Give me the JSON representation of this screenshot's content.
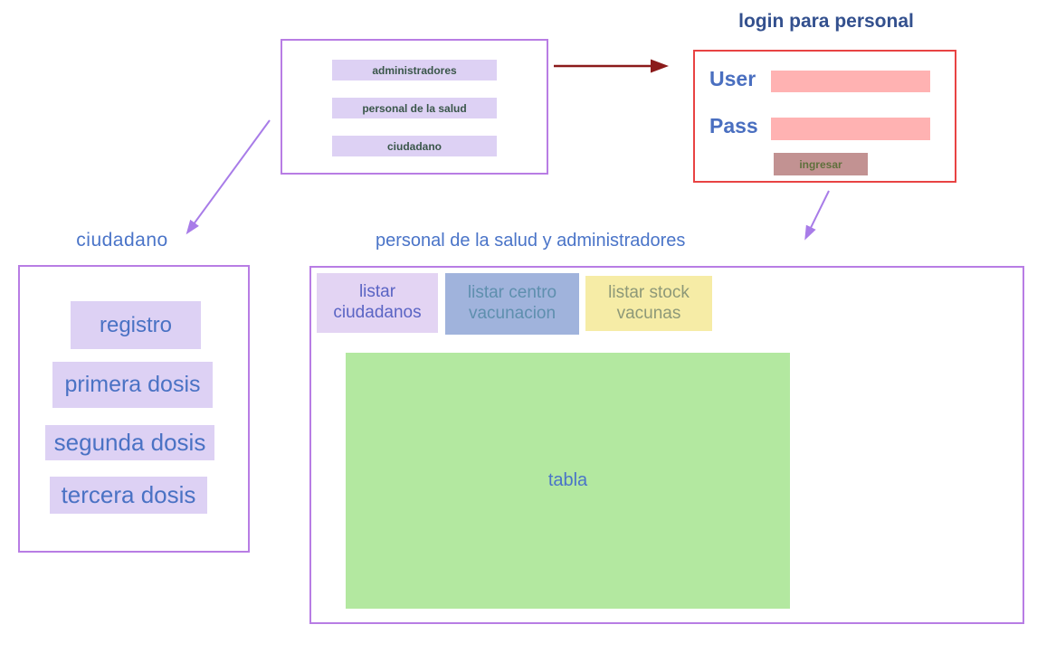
{
  "role_selector": {
    "buttons": [
      {
        "label": "administradores"
      },
      {
        "label": "personal de la salud"
      },
      {
        "label": "ciudadano"
      }
    ]
  },
  "login": {
    "title": "login para personal",
    "user_label": "User",
    "pass_label": "Pass",
    "user_value": "",
    "pass_value": "",
    "submit_label": "ingresar"
  },
  "ciudadano": {
    "title": "ciudadano",
    "buttons": [
      {
        "label": "registro"
      },
      {
        "label": "primera dosis"
      },
      {
        "label": "segunda dosis"
      },
      {
        "label": "tercera dosis"
      }
    ]
  },
  "personal": {
    "title": "personal de la salud y administradores",
    "tabs": [
      {
        "label": "listar ciudadanos",
        "color": "#e3d4f3"
      },
      {
        "label": "listar centro vacunacion",
        "color": "#a0b3dc"
      },
      {
        "label": "listar stock vacunas",
        "color": "#f6eca6"
      }
    ],
    "table_placeholder": "tabla"
  },
  "colors": {
    "panel_border_purple": "#b87de4",
    "panel_border_red": "#e84343",
    "button_lavender": "#ddd1f4",
    "input_pink": "#ffb2b2",
    "submit_mauve": "#c29292",
    "table_green": "#b3e8a0",
    "arrow_dark_red": "#8b1a1a",
    "arrow_purple": "#a87ce8",
    "title_blue": "#4a74c8",
    "login_title_navy": "#33508e"
  }
}
